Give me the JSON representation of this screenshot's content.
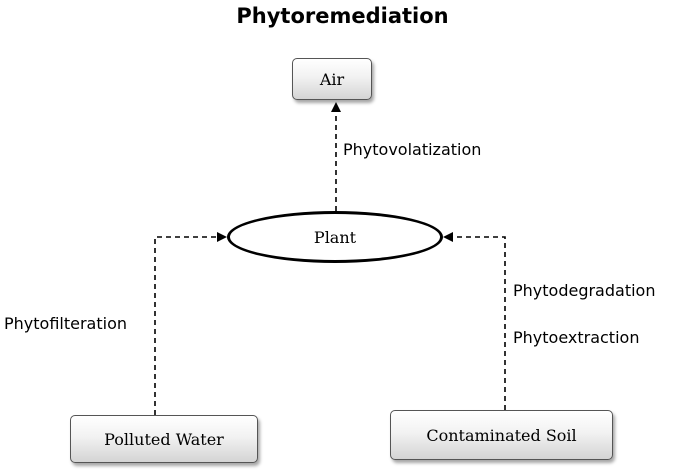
{
  "title": "Phytoremediation",
  "nodes": {
    "air": "Air",
    "plant": "Plant",
    "polluted_water": "Polluted Water",
    "contaminated_soil": "Contaminated Soil"
  },
  "processes": {
    "volatilization": "Phytovolatization",
    "filteration": "Phytofilteration",
    "degradation": "Phytodegradation",
    "extraction": "Phytoextraction"
  }
}
